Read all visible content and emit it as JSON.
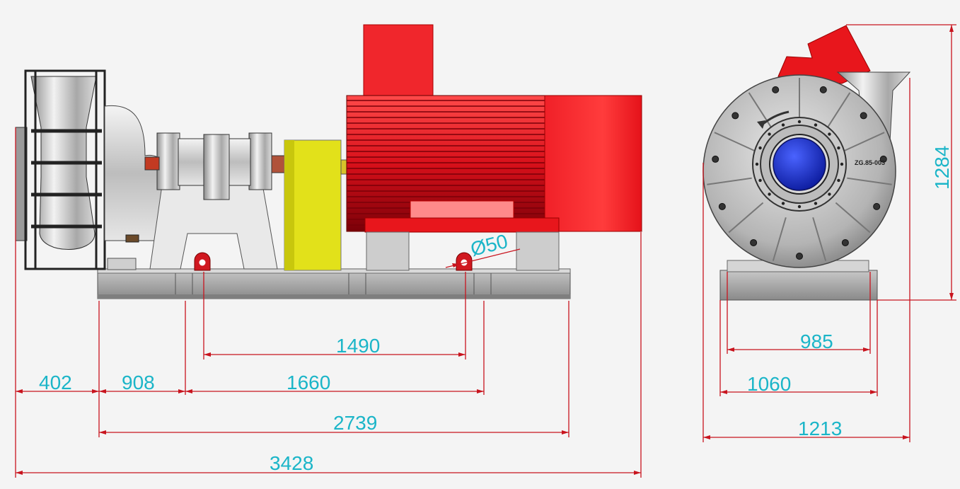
{
  "drawing": {
    "dimensions": {
      "d402": "402",
      "d908": "908",
      "d1490": "1490",
      "d1660": "1660",
      "d2739": "2739",
      "d3428": "3428",
      "d985": "985",
      "d1060": "1060",
      "d1213": "1213",
      "d1284": "1284",
      "hole": "Ø50"
    },
    "nameplate": "ZG.85-003"
  },
  "colors": {
    "dimension_line": "#c8141e",
    "dimension_text": "#1bb5c8",
    "motor": "#e8161c",
    "coupling_guard": "#e2e11a",
    "impeller": "#1a2fd8",
    "steel": "#b9b9b9",
    "base": "#9a9a9a"
  }
}
